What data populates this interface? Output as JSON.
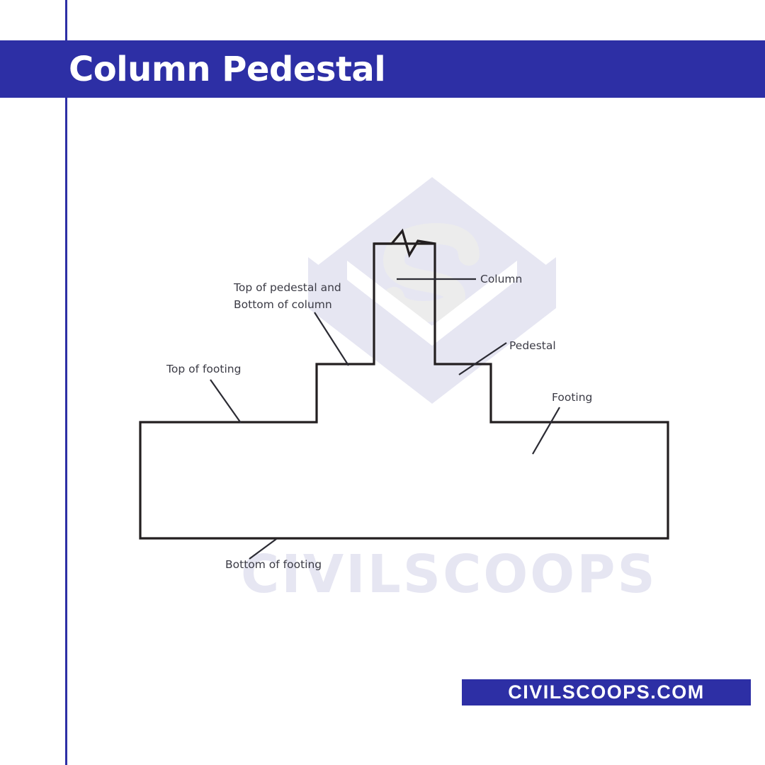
{
  "page": {
    "title": "Column Pedestal",
    "accent_color": "#2d2fa5",
    "background_color": "#ffffff",
    "line_color": "#231f20",
    "label_color": "#3b3b45",
    "watermark_color": "#e6e6f2"
  },
  "header": {
    "title": "Column Pedestal"
  },
  "footer": {
    "brand": "CIVILSCOOPS.COM"
  },
  "watermark": {
    "word": "CIVILSCOOPS",
    "logo_name": "civilscoops-hex-logo"
  },
  "diagram": {
    "name": "column-pedestal-section-diagram",
    "labels": {
      "top_of_pedestal_line1": "Top of pedestal and",
      "top_of_pedestal_line2": "Bottom of column",
      "top_of_footing": "Top of footing",
      "column": "Column",
      "pedestal": "Pedestal",
      "footing": "Footing",
      "bottom_of_footing": "Bottom of footing"
    }
  }
}
